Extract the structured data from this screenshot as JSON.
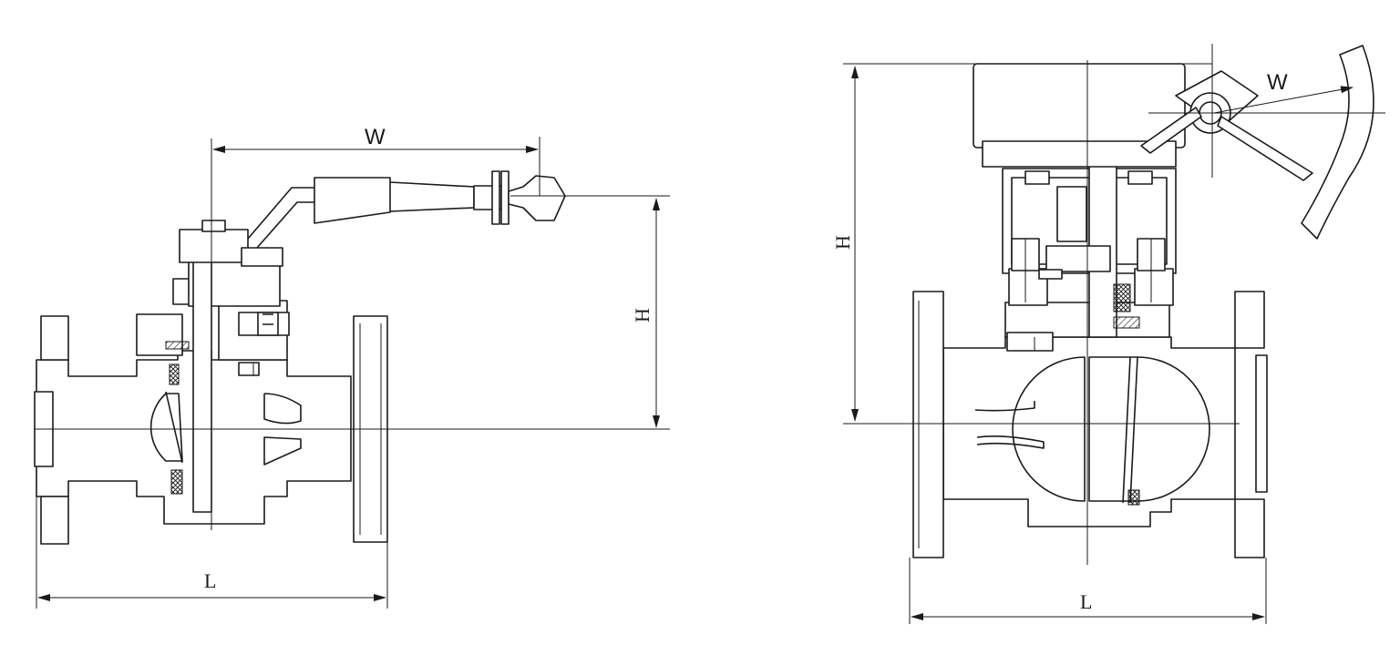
{
  "left_view": {
    "label_w": "W",
    "label_h": "H",
    "label_l": "L"
  },
  "right_view": {
    "label_w": "W",
    "label_h": "H",
    "label_l": "L"
  }
}
